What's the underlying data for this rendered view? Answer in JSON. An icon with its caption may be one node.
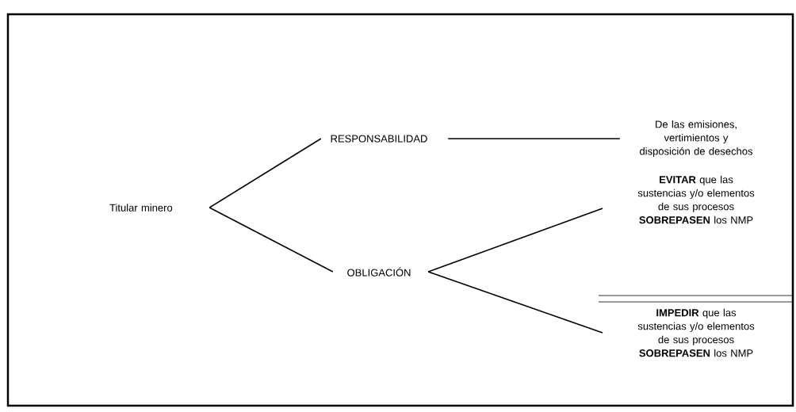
{
  "diagram": {
    "nodes": [
      {
        "text": [
          "Titular minero"
        ]
      },
      {
        "text": [
          "RESPONSABILIDAD"
        ]
      },
      {
        "text": [
          "De las emisiones, vertimientos y disposición de desechos"
        ]
      },
      {
        "text": [
          "OBLIGACIÓN"
        ]
      },
      {
        "text": [
          "**EVITAR** que las sustencias y/o elementos de sus procesos **SOBREPASEN** los NMP"
        ]
      },
      {
        "text": [
          "**IMPEDIR** que las sustencias y/o elementos de sus procesos **SOBREPASEN** los NMP"
        ]
      }
    ],
    "edges": [
      {
        "from": 0,
        "to": 1,
        "arrow": "none"
      },
      {
        "from": 0,
        "to": 3,
        "arrow": "none"
      },
      {
        "from": 1,
        "to": 2,
        "arrow": "none"
      },
      {
        "from": 3,
        "to": 4,
        "arrow": "none"
      },
      {
        "from": 3,
        "to": 5,
        "arrow": "none"
      }
    ]
  }
}
